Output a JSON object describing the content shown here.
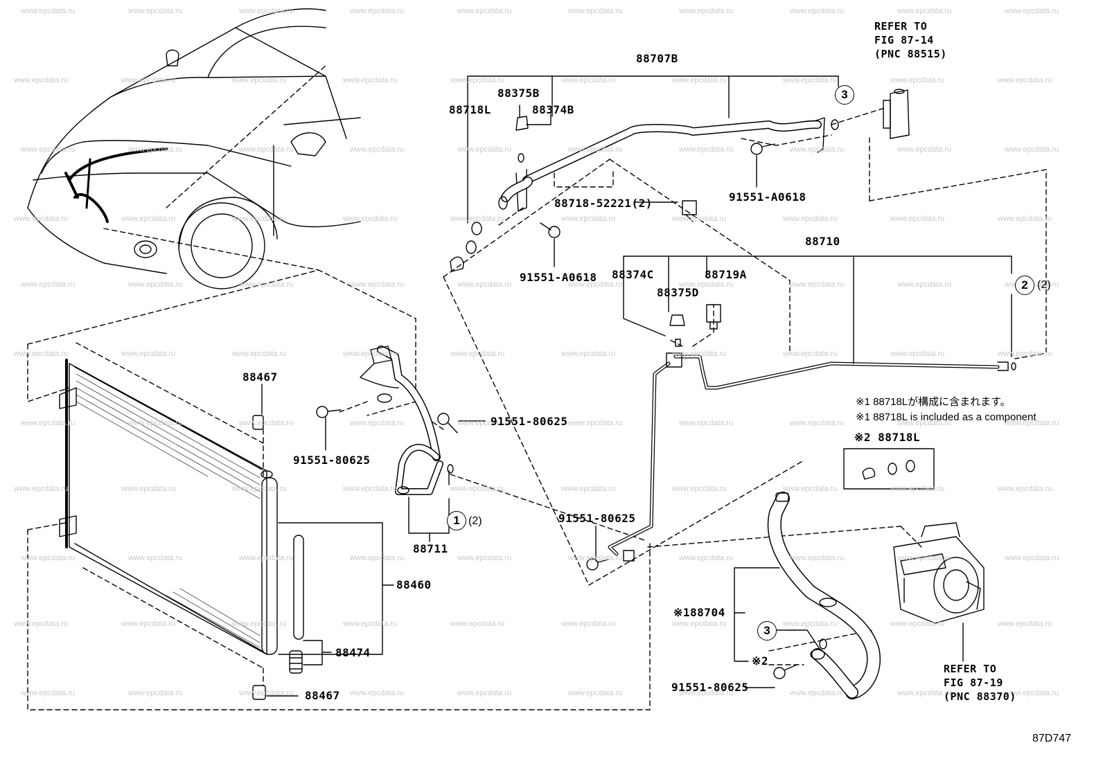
{
  "watermark": "www.epcdata.ru",
  "parts": {
    "p88707B": "88707B",
    "p88375B": "88375B",
    "p88374B": "88374B",
    "p88718L_top": "88718L",
    "p88718_52221": "88718-52221(2)",
    "p91551_A0618_a": "91551-A0618",
    "p91551_A0618_b": "91551-A0618",
    "p88710": "88710",
    "p88374C": "88374C",
    "p88375D": "88375D",
    "p88719A": "88719A",
    "p88467_top": "88467",
    "p88467_bot": "88467",
    "p91551_80625_a": "91551-80625",
    "p91551_80625_b": "91551-80625",
    "p91551_80625_c": "91551-80625",
    "p91551_80625_d": "91551-80625",
    "p88711": "88711",
    "p88460": "88460",
    "p88474": "88474",
    "p88704": "※188704",
    "p88718L_box": "※2 88718L"
  },
  "callouts": {
    "c3_top": "3",
    "c2": "2",
    "c2_qty": "(2)",
    "c1": "1",
    "c1_qty": "(2)",
    "c3_bot": "3",
    "note2_mark": "※2"
  },
  "notes": {
    "jp": "※1 88718Lが構成に含まれます。",
    "en": "※1 88718L is included as a component"
  },
  "references": {
    "top": [
      "REFER TO",
      "FIG 87-14",
      "(PNC 88515)"
    ],
    "bottom": [
      "REFER TO",
      "FIG 87-19",
      "(PNC 88370)"
    ]
  },
  "diagram_code": "87D747"
}
